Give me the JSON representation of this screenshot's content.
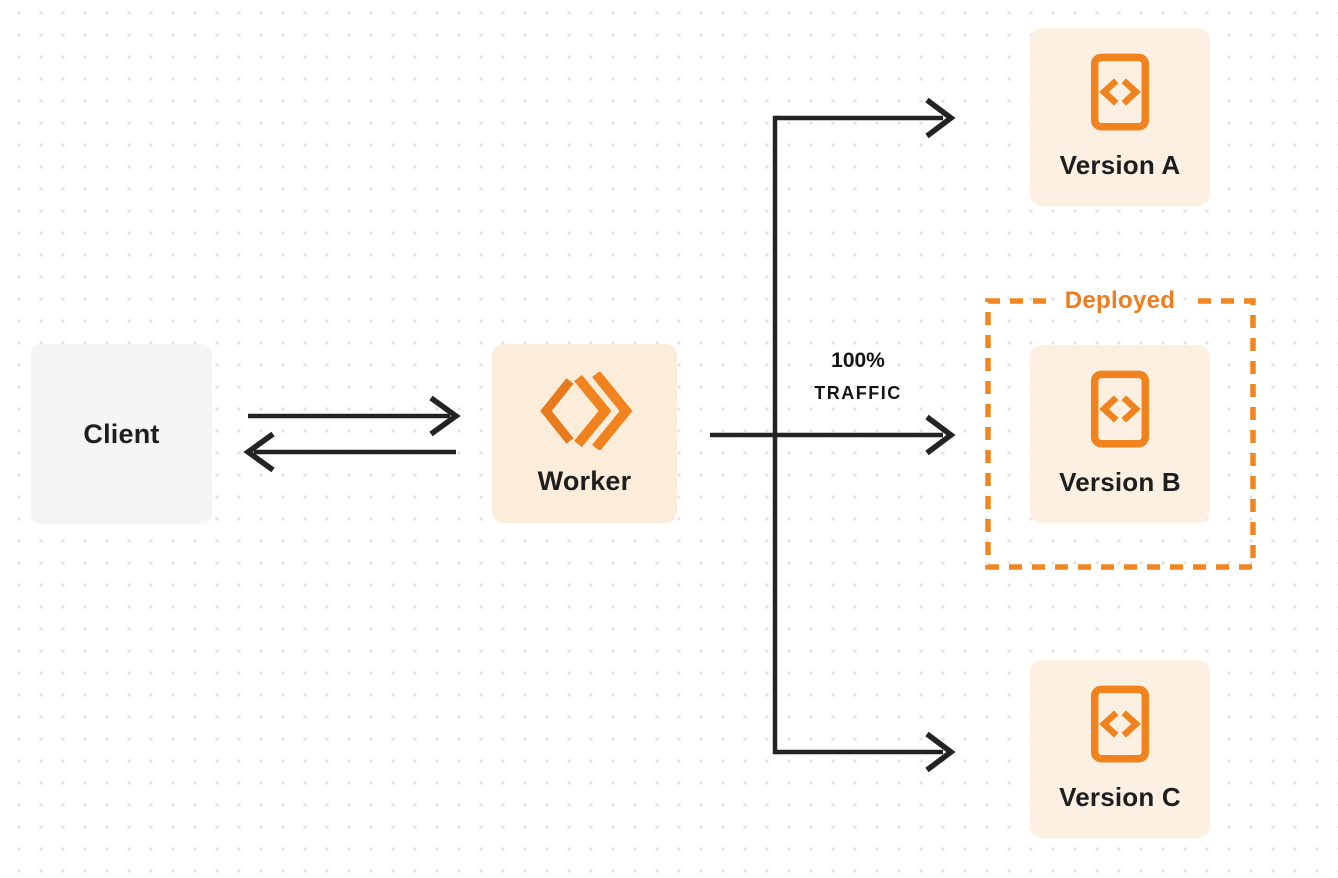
{
  "diagram": {
    "nodes": {
      "client": {
        "label": "Client"
      },
      "worker": {
        "label": "Worker",
        "icon": "workers-double-chevron-logo-icon"
      },
      "version_a": {
        "label": "Version A",
        "icon": "code-file-icon"
      },
      "version_b": {
        "label": "Version B",
        "icon": "code-file-icon",
        "status": "Deployed"
      },
      "version_c": {
        "label": "Version C",
        "icon": "code-file-icon"
      }
    },
    "annotations": {
      "deployed": "Deployed",
      "traffic_percent": "100%",
      "traffic_word": "TRAFFIC"
    },
    "edges": {
      "client_worker": "bidirectional-arrows",
      "worker_version_a": "arrow",
      "worker_version_b": "arrow-100-percent-traffic",
      "worker_version_c": "arrow"
    },
    "colors": {
      "accent_orange": "#F0821E",
      "deployed_orange": "#EE7D1F",
      "peach_fill": "#FCF0E2",
      "worker_peach_fill": "#FCEDDB",
      "client_gray_fill": "#F5F5F6",
      "connector_dark": "#232323",
      "dot_grid": "#E4E4E4",
      "text_dark": "#1E1E1E"
    }
  }
}
